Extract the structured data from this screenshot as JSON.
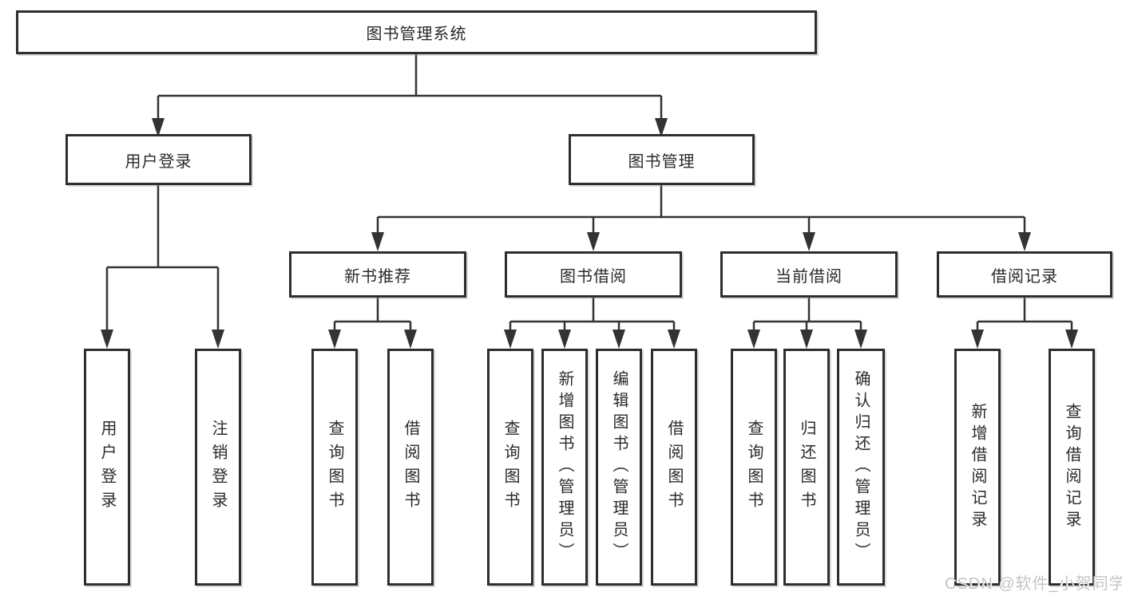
{
  "diagram": {
    "root": {
      "label": "图书管理系统"
    },
    "branches": [
      {
        "label": "用户登录",
        "children": [
          {
            "label": "用户登录"
          },
          {
            "label": "注销登录"
          }
        ]
      },
      {
        "label": "图书管理",
        "sections": [
          {
            "label": "新书推荐",
            "children": [
              {
                "label": "查询图书"
              },
              {
                "label": "借阅图书"
              }
            ]
          },
          {
            "label": "图书借阅",
            "children": [
              {
                "label": "查询图书"
              },
              {
                "label": "新增图书（管理员）"
              },
              {
                "label": "编辑图书（管理员）"
              },
              {
                "label": "借阅图书"
              }
            ]
          },
          {
            "label": "当前借阅",
            "children": [
              {
                "label": "查询图书"
              },
              {
                "label": "归还图书"
              },
              {
                "label": "确认归还（管理员）"
              }
            ]
          },
          {
            "label": "借阅记录",
            "children": [
              {
                "label": "新增借阅记录"
              },
              {
                "label": "查询借阅记录"
              }
            ]
          }
        ]
      }
    ]
  },
  "watermark": {
    "text": "CSDN @软件_小贺同学"
  },
  "colors": {
    "line": "#333333",
    "box_border": "#2e2e2e",
    "text": "#2a2a2a",
    "watermark": "#c4c4c4",
    "background": "#ffffff"
  }
}
